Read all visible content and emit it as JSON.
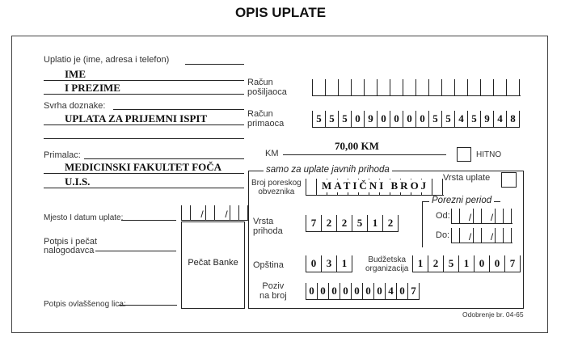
{
  "title": "OPIS UPLATE",
  "left": {
    "payer_label": "Uplatio je (ime, adresa i telefon)",
    "payer_line1": "IME",
    "payer_line2": "I PREZIME",
    "purpose_label": "Svrha doznake:",
    "purpose_value": "UPLATA ZA PRIJEMNI ISPIT",
    "recipient_label": "Primalac:",
    "recipient_line1": "MEDICINSKI FAKULTET FOČA",
    "recipient_line2": "U.I.S.",
    "place_date_label": "Mjesto I datum uplate:",
    "signature_label_1": "Potpis i pečat",
    "signature_label_2": "nalogodavca",
    "bank_stamp_label": "Pečat Banke",
    "authorized_signature_label": "Potpis ovlaššenog lica:"
  },
  "right": {
    "sender_account_label_1": "Račun",
    "sender_account_label_2": "pošiljaoca",
    "recipient_account_label_1": "Račun",
    "recipient_account_label_2": "primaoca",
    "recipient_account_digits": [
      "5",
      "5",
      "5",
      "0",
      "9",
      "0",
      "0",
      "0",
      "0",
      "5",
      "5",
      "4",
      "5",
      "9",
      "4",
      "8"
    ],
    "amount_label": "KM",
    "amount_value": "70,00 KM",
    "urgent_label": "HITNO",
    "public_revenue_label": "samo za uplate javnih prihoda",
    "tax_id_label_1": "Broj poreskog",
    "tax_id_label_2": "obveznika",
    "tax_id_value": "MATIČNI BROJ",
    "payment_type_label": "Vrsta uplate",
    "revenue_type_label_1": "Vrsta",
    "revenue_type_label_2": "prihoda",
    "revenue_type_digits": [
      "7",
      "2",
      "2",
      "5",
      "1",
      "2"
    ],
    "tax_period_label": "Porezni period",
    "from_label": "Od:",
    "to_label": "Do:",
    "date_sep": "/",
    "municipality_label": "Opština",
    "municipality_digits": [
      "0",
      "3",
      "1"
    ],
    "budget_org_label_1": "Budžetska",
    "budget_org_label_2": "organizacija",
    "budget_org_digits": [
      "1",
      "2",
      "5",
      "1",
      "0",
      "0",
      "7"
    ],
    "reference_label_1": "Poziv",
    "reference_label_2": "na broj",
    "reference_digits": [
      "0",
      "0",
      "0",
      "0",
      "0",
      "0",
      "0",
      "4",
      "0",
      "7"
    ],
    "approval_label": "Odobrenje br. 04-65"
  }
}
